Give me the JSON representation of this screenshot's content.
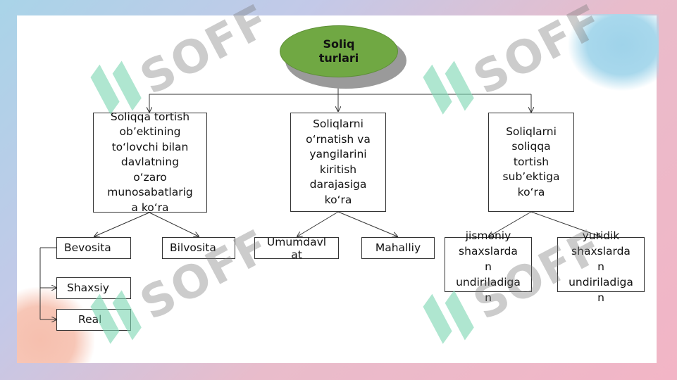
{
  "diagram": {
    "root": "Soliq turlari",
    "categories": [
      {
        "label": "Soliqqa tortish ob'ektining to'lovchi bilan davlatning o'zaro munosabatlariga ko'ra",
        "lines": [
          "Soliqqa tortish",
          "ob’ektining",
          "to‘lovchi bilan",
          "davlatning",
          "o‘zaro",
          "munosabatlarig",
          "a ko‘ra"
        ],
        "children": [
          "Bevosita",
          "Bilvosita"
        ],
        "sub_children": [
          "Shaxsiy",
          "Real"
        ]
      },
      {
        "label": "Soliqlarni o'rnatish va yangilarini kiritish darajasiga ko'ra",
        "lines": [
          "Soliqlarni",
          "o‘rnatish va",
          "yangilarini",
          "kiritish",
          "darajasiga",
          "ko‘ra"
        ],
        "children_lines": [
          [
            "Umumdavl",
            "at"
          ],
          [
            "Mahalliy"
          ]
        ]
      },
      {
        "label": "Soliqlarni soliqqa tortish sub'ektiga ko'ra",
        "lines": [
          "Soliqlarni",
          "soliqqa",
          "tortish",
          "sub’ektiga",
          "ko‘ra"
        ],
        "children_lines": [
          [
            "jismoniy",
            "shaxslarda",
            "n",
            "undiriladiga",
            "n"
          ],
          [
            "yuridik",
            "shaxslarda",
            "n",
            "undiriladiga",
            "n"
          ]
        ]
      }
    ]
  },
  "watermark": "SOFF",
  "colors": {
    "root_fill": "#70a843",
    "root_shadow": "#9a9a9a",
    "box_border": "#333333",
    "watermark_text": "#7f7f7f",
    "watermark_logo": "#79d6b0"
  }
}
